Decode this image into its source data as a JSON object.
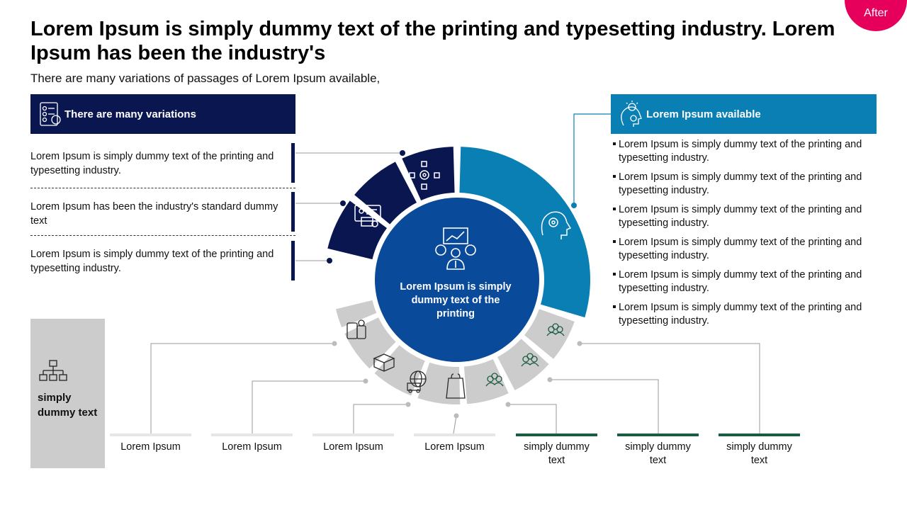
{
  "badge": "After",
  "title": "Lorem Ipsum is simply dummy text of the printing and typesetting industry. Lorem Ipsum has been the industry's",
  "subtitle": "There are many variations of passages of Lorem Ipsum available,",
  "left_header": "There are many variations",
  "left_items": [
    "Lorem Ipsum is simply dummy text of the printing and typesetting industry.",
    "Lorem Ipsum has been the industry's standard dummy text",
    "Lorem Ipsum is simply dummy text of the printing and typesetting industry."
  ],
  "right_header": "Lorem Ipsum available",
  "right_bullets": [
    "Lorem Ipsum is simply dummy text of the printing and typesetting industry.",
    "Lorem Ipsum is simply dummy text of the printing and typesetting industry.",
    "Lorem Ipsum is simply dummy text of the printing and typesetting industry.",
    "Lorem Ipsum is simply dummy text of the printing and typesetting industry.",
    "Lorem Ipsum is simply dummy text of the printing and typesetting industry.",
    "Lorem Ipsum is simply dummy text of the printing and typesetting industry."
  ],
  "center_text": "Lorem Ipsum is simply dummy text of the printing",
  "side_box_label": "simply dummy text",
  "bottom_labels": [
    "Lorem Ipsum",
    "Lorem Ipsum",
    "Lorem Ipsum",
    "Lorem Ipsum",
    "simply dummy text",
    "simply dummy text",
    "simply dummy text"
  ],
  "colors": {
    "navy": "#0a1650",
    "blue": "#0a7fb4",
    "center": "#0a4a9a",
    "gray": "#cccccc",
    "green": "#1a5c40",
    "accent": "#e6005c"
  }
}
